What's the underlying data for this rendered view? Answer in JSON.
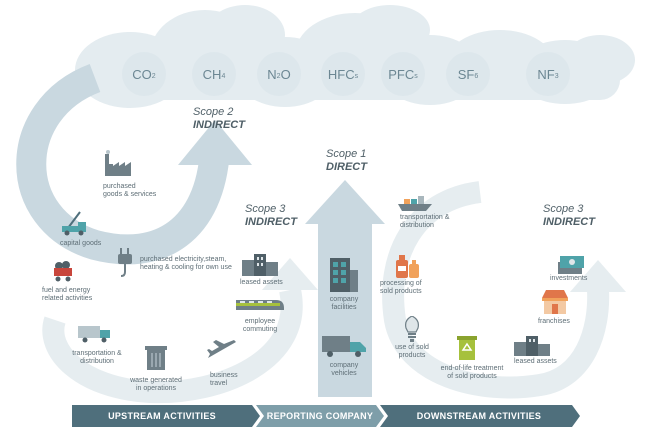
{
  "gases": [
    {
      "base": "CO",
      "sub": "2"
    },
    {
      "base": "CH",
      "sub": "4"
    },
    {
      "base": "N",
      "sub": "2",
      "tail": "O"
    },
    {
      "base": "HFC",
      "sub": "s"
    },
    {
      "base": "PFC",
      "sub": "s"
    },
    {
      "base": "SF",
      "sub": "6"
    },
    {
      "base": "NF",
      "sub": "3"
    }
  ],
  "scopes": {
    "scope2": {
      "line1": "Scope 2",
      "line2": "INDIRECT"
    },
    "scope1": {
      "line1": "Scope 1",
      "line2": "DIRECT"
    },
    "scope3_up": {
      "line1": "Scope 3",
      "line2": "INDIRECT"
    },
    "scope3_down": {
      "line1": "Scope 3",
      "line2": "INDIRECT"
    }
  },
  "upstream": {
    "purchased_goods": [
      "purchased",
      "goods & services"
    ],
    "capital_goods": [
      "capital goods"
    ],
    "purchased_electricity": [
      "purchased electricity,steam,",
      "heating & cooling for own use"
    ],
    "fuel_energy": [
      "fuel and energy",
      "related activities"
    ],
    "transportation": [
      "transportation &",
      "distribution"
    ],
    "waste": [
      "waste generated",
      "in operations"
    ],
    "business_travel": [
      "business",
      "travel"
    ],
    "employee_commuting": [
      "employee",
      "commuting"
    ],
    "leased_assets": [
      "leased assets"
    ]
  },
  "reporting": {
    "facilities": [
      "company",
      "facilities"
    ],
    "vehicles": [
      "company",
      "vehicles"
    ]
  },
  "downstream": {
    "transportation": [
      "transportation &",
      "distribution"
    ],
    "processing": [
      "processing of",
      "sold products"
    ],
    "use_of_sold": [
      "use of sold",
      "products"
    ],
    "end_of_life": [
      "end-of-life treatment",
      "of sold products"
    ],
    "leased_assets": [
      "leased assets"
    ],
    "franchises": [
      "franchises"
    ],
    "investments": [
      "investments"
    ]
  },
  "bands": {
    "upstream": "UPSTREAM ACTIVITIES",
    "reporting": "REPORTING COMPANY",
    "downstream": "DOWNSTREAM ACTIVITIES"
  },
  "colors": {
    "cloud": "#e4ecf0",
    "gas_bubble": "#dde7ec",
    "arrow": "#c9d8e0",
    "band_dark": "#4f6f7c",
    "band_light": "#7e9ea9",
    "icon_dark": "#6f7f87",
    "icon_teal": "#4fa3a9",
    "icon_orange": "#f1a25b",
    "icon_green": "#a6c13c"
  }
}
